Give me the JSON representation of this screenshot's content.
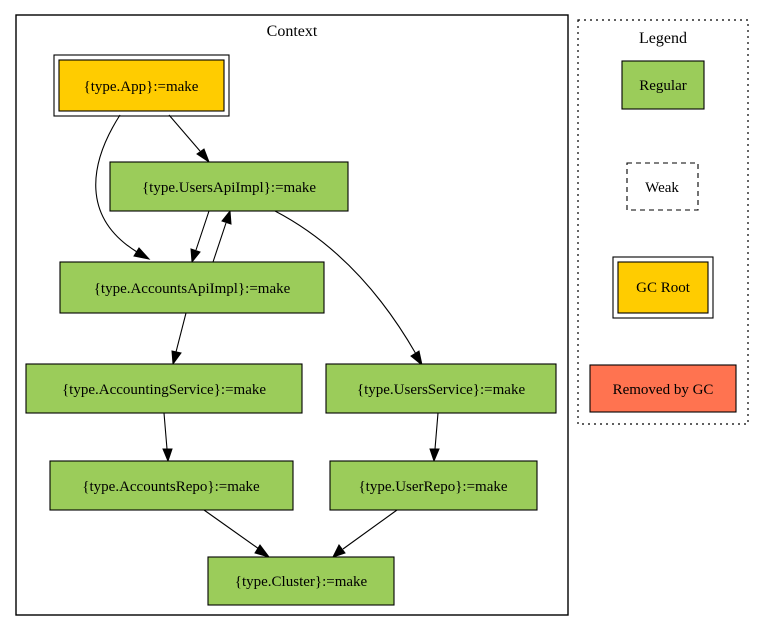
{
  "context": {
    "title": "Context"
  },
  "legend": {
    "title": "Legend",
    "items": {
      "regular": "Regular",
      "weak": "Weak",
      "gc_root": "GC Root",
      "removed": "Removed by GC"
    }
  },
  "colors": {
    "regular": "#9bcc5a",
    "gc_root": "#ffcc00",
    "removed": "#ff7350",
    "weak": "#ffffff"
  },
  "nodes": {
    "app": "{type.App}:=make",
    "users_api_impl": "{type.UsersApiImpl}:=make",
    "accounts_api_impl": "{type.AccountsApiImpl}:=make",
    "accounting_service": "{type.AccountingService}:=make",
    "users_service": "{type.UsersService}:=make",
    "accounts_repo": "{type.AccountsRepo}:=make",
    "user_repo": "{type.UserRepo}:=make",
    "cluster": "{type.Cluster}:=make"
  },
  "edges": [
    {
      "from": "app",
      "to": "users_api_impl"
    },
    {
      "from": "app",
      "to": "accounts_api_impl"
    },
    {
      "from": "users_api_impl",
      "to": "accounts_api_impl"
    },
    {
      "from": "accounts_api_impl",
      "to": "users_api_impl"
    },
    {
      "from": "users_api_impl",
      "to": "users_service"
    },
    {
      "from": "accounts_api_impl",
      "to": "accounting_service"
    },
    {
      "from": "accounting_service",
      "to": "accounts_repo"
    },
    {
      "from": "users_service",
      "to": "user_repo"
    },
    {
      "from": "accounts_repo",
      "to": "cluster"
    },
    {
      "from": "user_repo",
      "to": "cluster"
    }
  ]
}
